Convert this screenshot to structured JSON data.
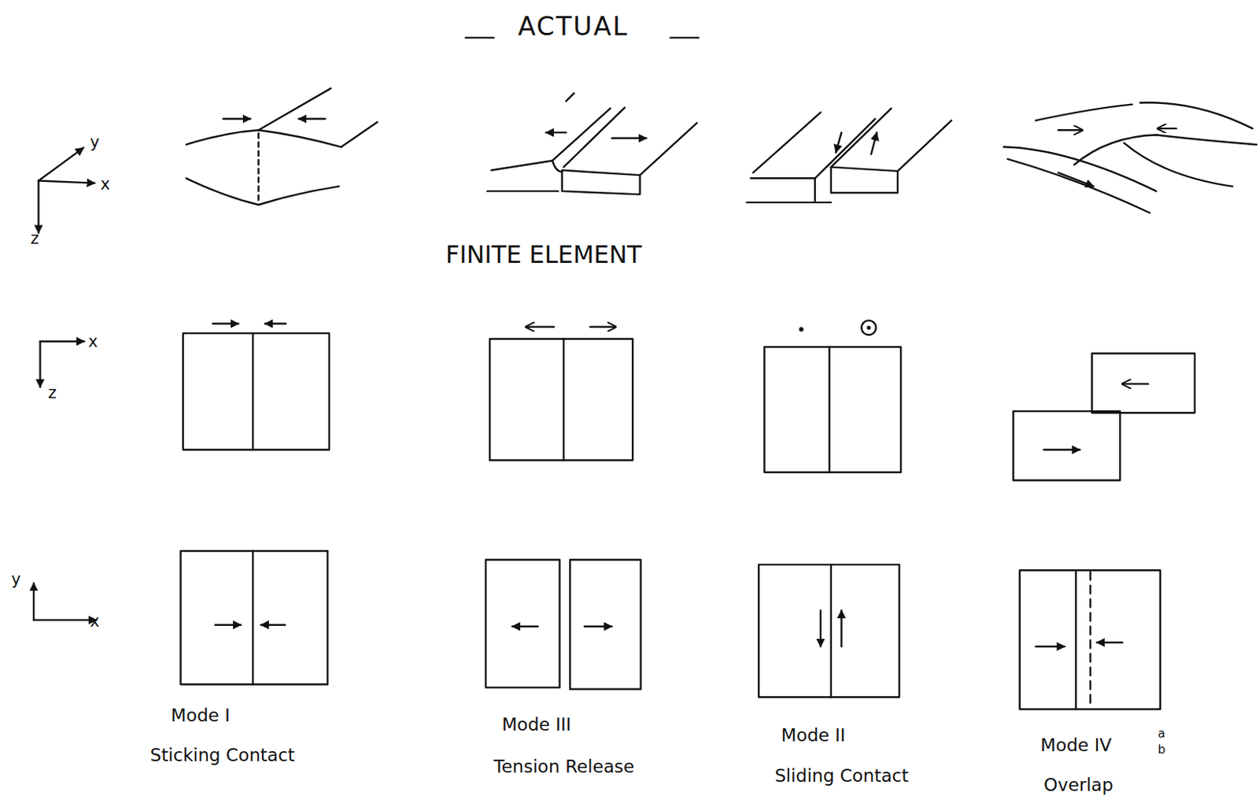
{
  "diagram": {
    "title": "ACTUAL",
    "labels": [
      "FINITE ELEMENT",
      "Mode I",
      "Sticking Contact",
      "Mode III",
      "Tension Release",
      "Mode II",
      "Sliding Contact",
      "Mode IV",
      "a",
      "b",
      "Overlap",
      "y",
      "x",
      "z",
      "x",
      "z",
      "y",
      "x"
    ]
  }
}
